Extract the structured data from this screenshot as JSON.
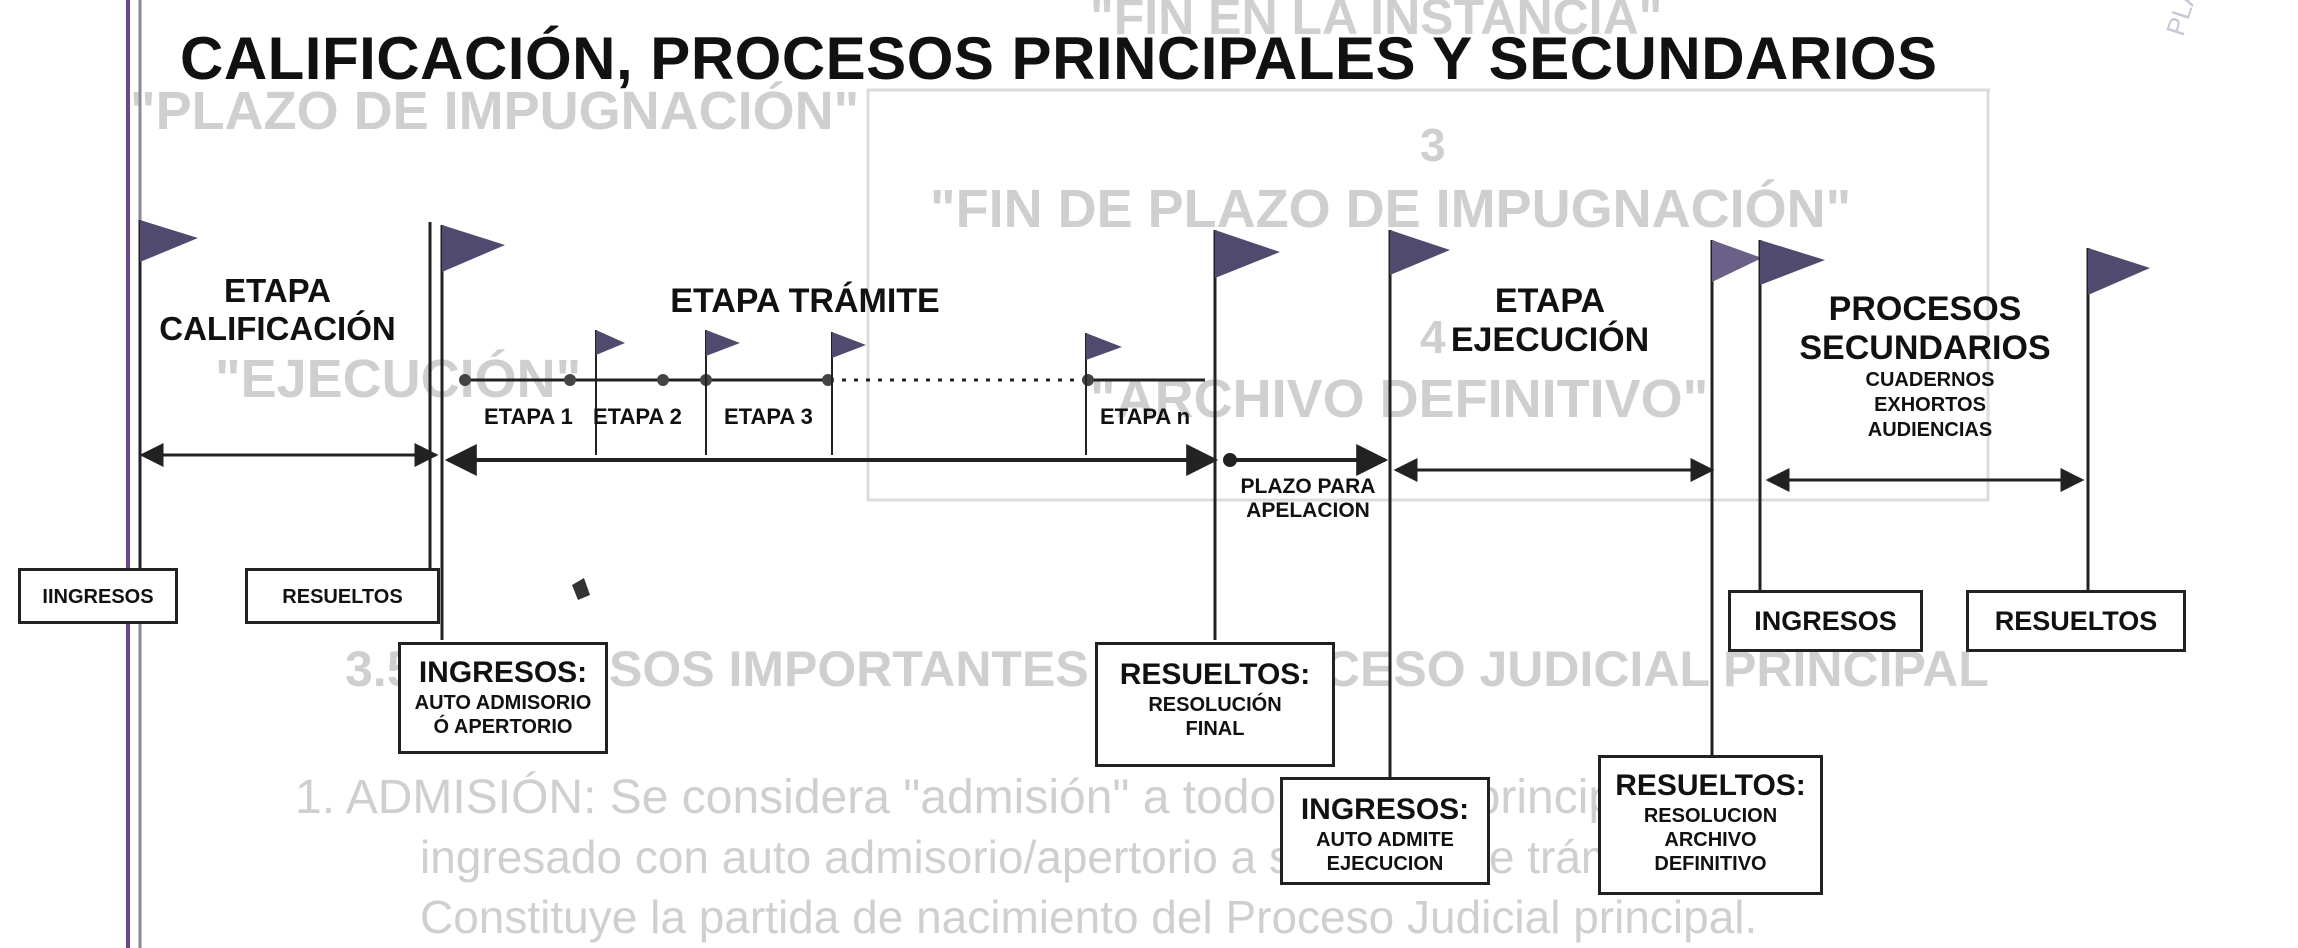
{
  "title": "CALIFICACIÓN, PROCESOS PRINCIPALES Y SECUNDARIOS",
  "stages": {
    "calificacion": "ETAPA\nCALIFICACIÓN",
    "tramite": "ETAPA TRÁMITE",
    "ejecucion": "ETAPA\nEJECUCIÓN",
    "secundarios": "PROCESOS\nSECUNDARIOS",
    "secundarios_items": "CUADERNOS\nEXHORTOS\nAUDIENCIAS"
  },
  "substages": [
    "ETAPA 1",
    "ETAPA 2",
    "ETAPA 3",
    "ETAPA n"
  ],
  "plazo": "PLAZO PARA\nAPELACION",
  "boxes": {
    "ingresos_left": "IINGRESOS",
    "resueltos_left": "RESUELTOS",
    "ingresos_auto": {
      "head": "INGRESOS:",
      "body": "AUTO ADMISORIO\nÓ APERTORIO"
    },
    "resueltos_final": {
      "head": "RESUELTOS:",
      "body": "RESOLUCIÓN\nFINAL"
    },
    "ingresos_ejec": {
      "head": "INGRESOS:",
      "body": "AUTO ADMITE\nEJECUCION"
    },
    "resueltos_archivo": {
      "head": "RESUELTOS:",
      "body": "RESOLUCION\nARCHIVO\nDEFINITIVO"
    },
    "ingresos_sec": "INGRESOS",
    "resueltos_sec": "RESUELTOS"
  },
  "background_text": {
    "fin_instancia": "\"FIN EN LA INSTANCIA\"",
    "plazo_impugnacion": "\"PLAZO DE IMPUGNACIÓN\"",
    "num3": "3",
    "fin_plazo": "\"FIN DE PLAZO DE IMPUGNACIÓN\"",
    "num4": "4",
    "ejecucion": "\"EJECUCIÓN\"",
    "archivo": "\"ARCHIVO DEFINITIVO\"",
    "section": "3.5.1  SUCESOS IMPORTANTES DEL PROCESO JUDICIAL PRINCIPAL",
    "para1": "1.  ADMISIÓN: Se considera \"admisión\" a todo proceso principal",
    "para2": "ingresado con auto admisorio/apertorio a situación de trámite.",
    "para3": "Constituye la partida de nacimiento del Proceso Judicial principal.",
    "stamp": "PLANIFICACIÓN"
  },
  "colors": {
    "flag": "#4f4a6e",
    "line": "#222222",
    "ghost": "#cfcfcf",
    "margin": "#6a4a8a"
  }
}
